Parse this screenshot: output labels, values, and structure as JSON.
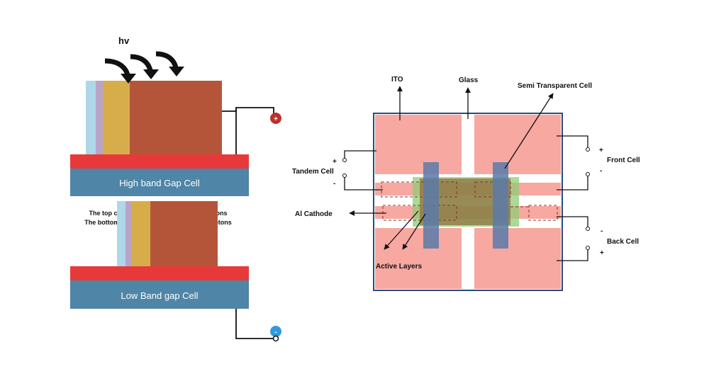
{
  "left": {
    "photon_label": "hv",
    "top_cell_label": "High band Gap Cell",
    "bottom_cell_label": "Low Band gap Cell",
    "caption_line1": "The top cell absorbs the high energy photons",
    "caption_line2": "The bottom cell absorbs the low energy photons",
    "positive_terminal": "+",
    "negative_terminal": "-"
  },
  "right": {
    "label_ito": "ITO",
    "label_glass": "Glass",
    "label_semi_transparent": "Semi Transparent Cell",
    "label_tandem": "Tandem Cell",
    "label_al_cathode": "Al Cathode",
    "label_active_layers": "Active Layers",
    "label_front_cell": "Front Cell",
    "label_back_cell": "Back Cell",
    "tandem_plus": "+",
    "tandem_minus": "-",
    "front_plus": "+",
    "front_minus": "-",
    "back_minus": "-",
    "back_plus": "+"
  },
  "colors": {
    "red_layer": "#e8393a",
    "blue_cell": "#4f85a6",
    "brown_absorber": "#b4553a",
    "yellow_layer": "#d7ad4b",
    "light_blue": "#aed7ea",
    "pink_ito": "#f7a8a1",
    "device_border": "#2c4a7d",
    "bar_blue": "#5b7aa8",
    "active_green": "#8fce75",
    "active_brown": "#8f6a3a",
    "terminal_red": "#c0302a",
    "terminal_blue": "#2f9be0"
  }
}
